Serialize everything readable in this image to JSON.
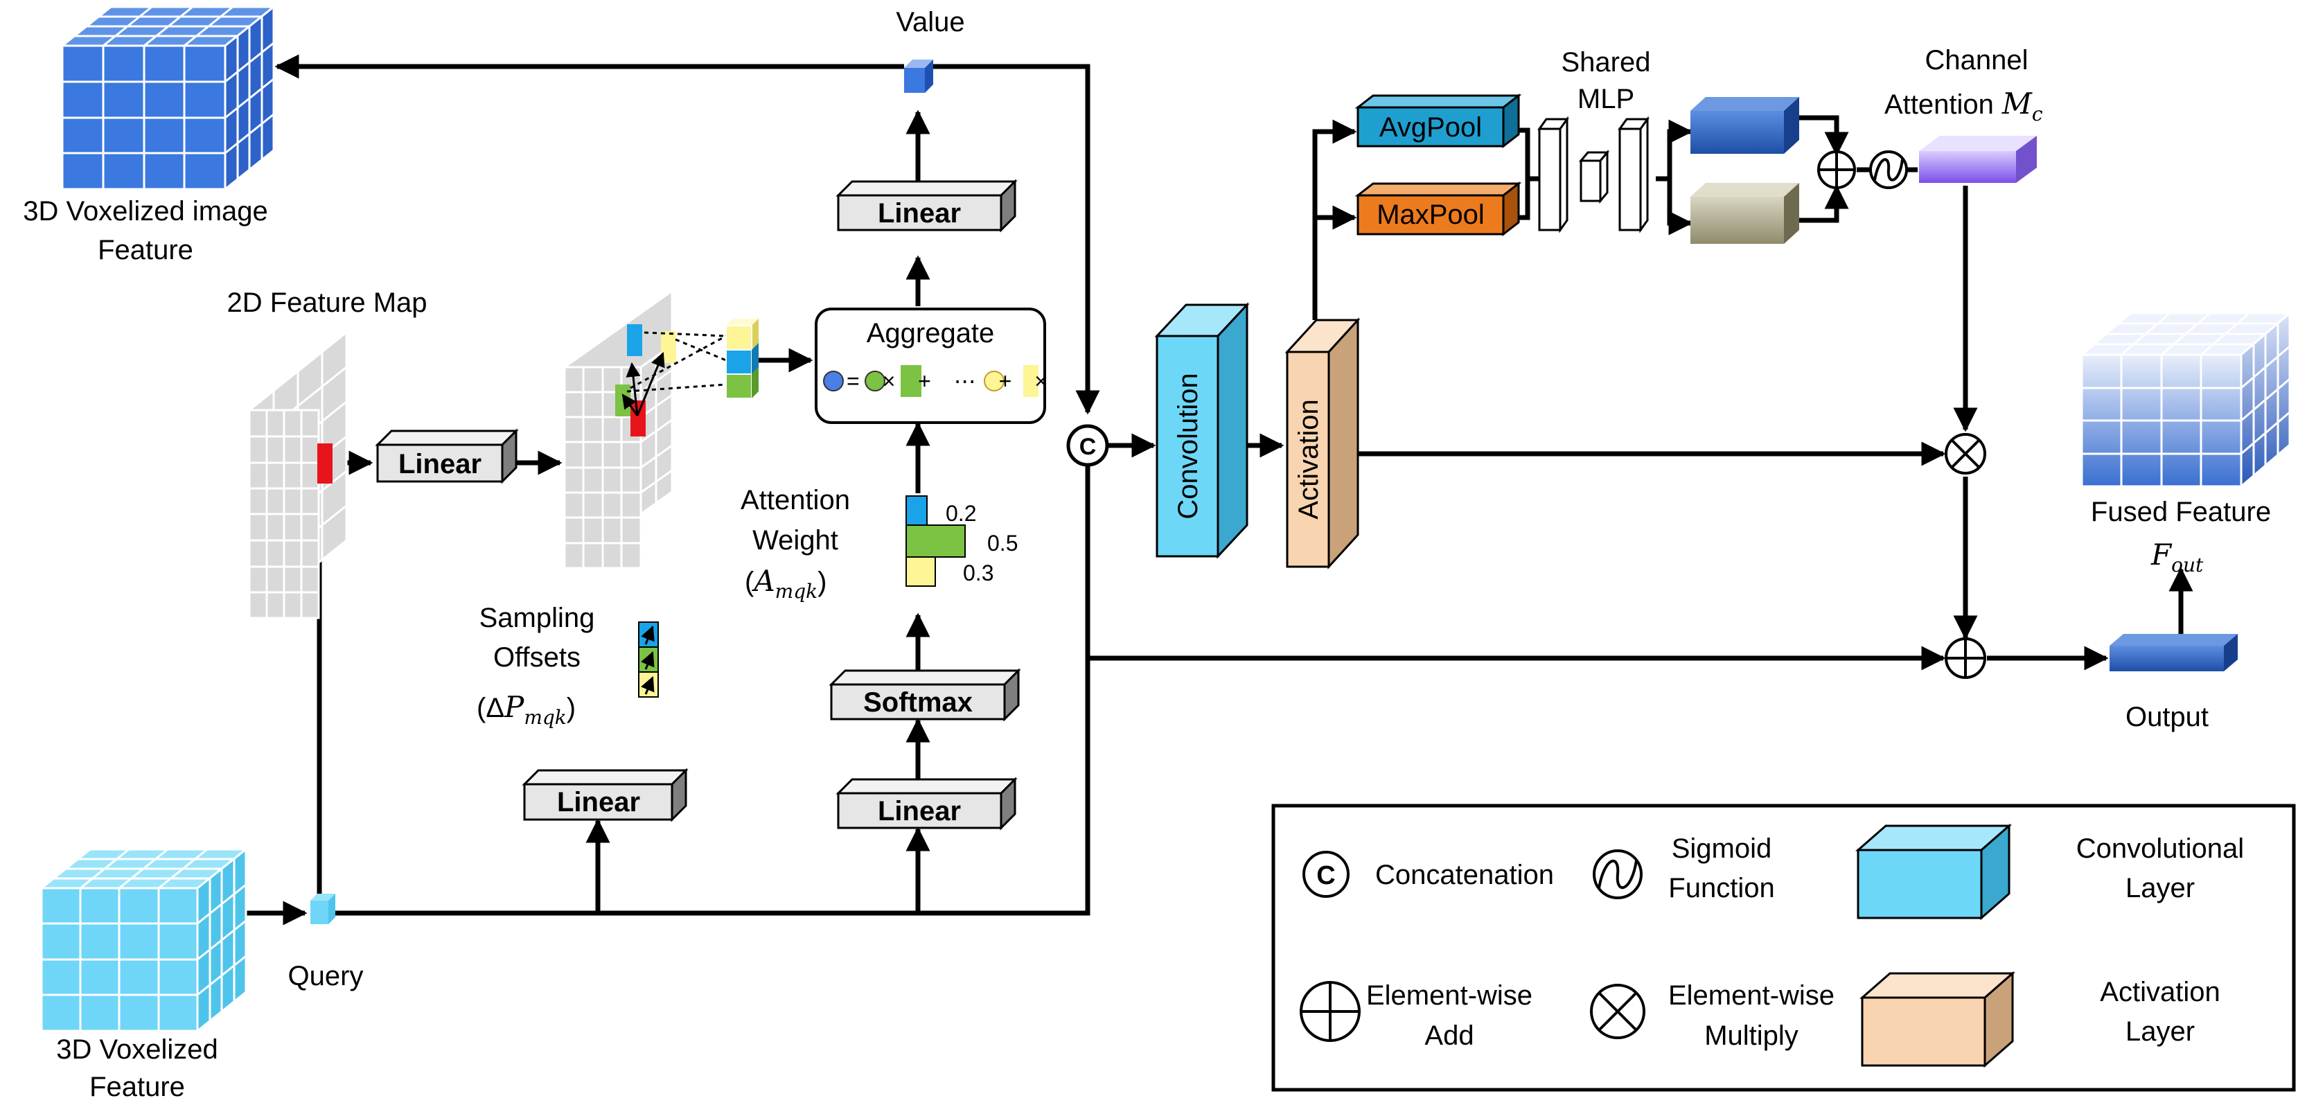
{
  "labels": {
    "value": "Value",
    "vox_image_line1": "3D Voxelized image",
    "vox_image_line2": "Feature",
    "feature_map_2d": "2D Feature Map",
    "linear_fmap": "Linear",
    "linear_value": "Linear",
    "linear_offsets": "Linear",
    "linear_weight": "Linear",
    "softmax": "Softmax",
    "aggregate": "Aggregate",
    "aggregate_formula": "= × + ⋯ + ×",
    "attn_weight_line1": "Attention",
    "attn_weight_line2": "Weight",
    "attn_weight_math_prefix": "(",
    "attn_weight_math_var": "A",
    "attn_weight_math_sub": "mqk",
    "attn_weight_math_suffix": ")",
    "weight_1": "0.2",
    "weight_2": "0.5",
    "weight_3": "0.3",
    "sampling_line1": "Sampling",
    "sampling_line2": "Offsets",
    "sampling_math_prefix": "(Δ",
    "sampling_math_var": "P",
    "sampling_math_sub": "mqk",
    "sampling_math_suffix": ")",
    "query": "Query",
    "vox_feature_line1": "3D Voxelized",
    "vox_feature_line2": "Feature",
    "concat_symbol": "C",
    "convolution": "Convolution",
    "activation": "Activation",
    "avgpool": "AvgPool",
    "maxpool": "MaxPool",
    "shared_mlp_line1": "Shared",
    "shared_mlp_line2": "MLP",
    "channel_attn_line1": "Channel",
    "channel_attn_line2": "Attention",
    "channel_attn_var": "M",
    "channel_attn_sub": "c",
    "fused_feature": "Fused Feature",
    "fout_var": "F",
    "fout_sub": "out",
    "output": "Output"
  },
  "legend": {
    "concat_symbol": "C",
    "concat": "Concatenation",
    "sigmoid_line1": "Sigmoid",
    "sigmoid_line2": "Function",
    "conv_line1": "Convolutional",
    "conv_line2": "Layer",
    "add_line1": "Element-wise",
    "add_line2": "Add",
    "mul_line1": "Element-wise",
    "mul_line2": "Multiply",
    "act_line1": "Activation",
    "act_line2": "Layer"
  },
  "colors": {
    "voxel_image_blue": "#3b78e0",
    "voxel_feature_cyan": "#6fd6f7",
    "grid_gray": "#d9d9d9",
    "sample_red": "#e8141c",
    "sample_blue": "#1aa3e8",
    "sample_green": "#7cc243",
    "sample_yellow": "#fdf596",
    "linear_gray": "#e6e6e6",
    "conv_cyan": "#6dd7f7",
    "activation_peach": "#f9d4b0",
    "avgpool_teal": "#1f9fd0",
    "maxpool_orange": "#ec7b1e",
    "mlp_blue": "#3a6fc4",
    "mlp_khaki": "#b8b49a",
    "channel_attn_purple": "#9b7cf0",
    "output_blue": "#3a6fc4"
  }
}
